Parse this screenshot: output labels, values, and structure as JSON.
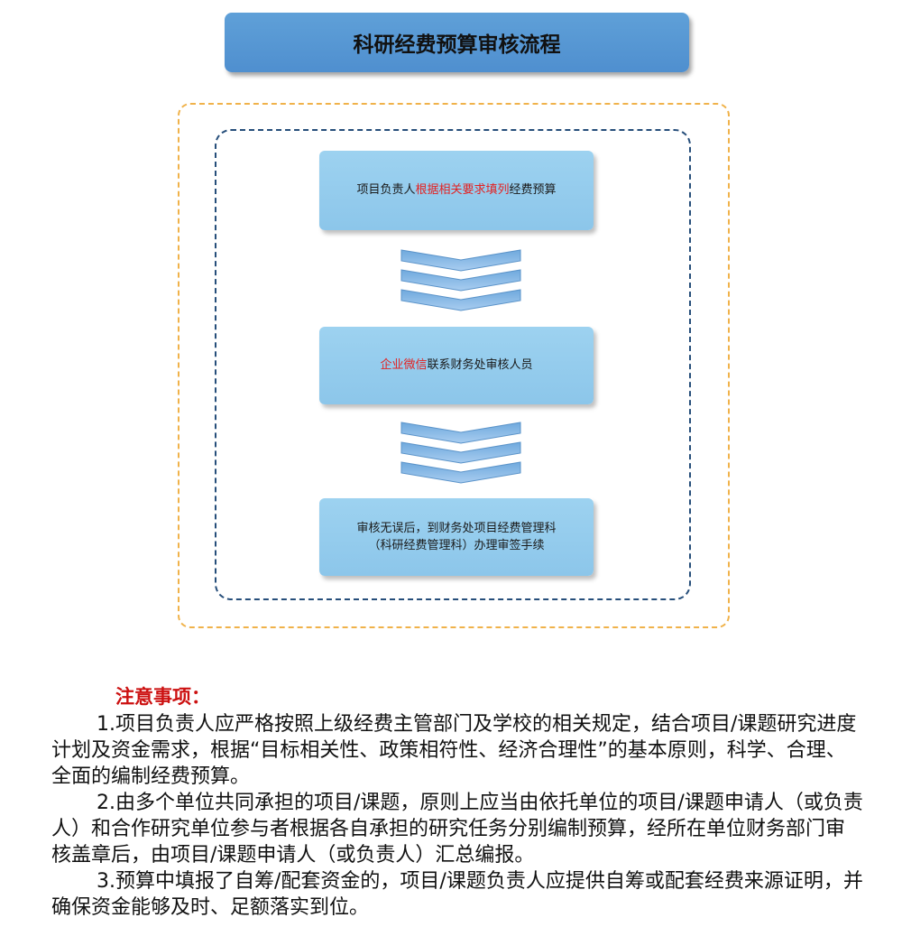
{
  "title": "科研经费预算审核流程",
  "steps": [
    {
      "pre": "项目负责人",
      "highlight": "根据相关要求填列",
      "post": "经费预算"
    },
    {
      "highlight": "企业微信",
      "post": "联系财务处审核人员"
    },
    {
      "line1": "审核无误后，到财务处项目经费管理科",
      "line2": "（科研经费管理科）办理审签手续"
    }
  ],
  "colors": {
    "title_bg": "#5b9bd5",
    "step_bg": "#9dd2f0",
    "highlight": "#e32222",
    "outer_border": "#f0b24a",
    "inner_border": "#264e7a",
    "notes_title": "#cc1111"
  },
  "notes": {
    "title": "注意事项：",
    "items": [
      "1.项目负责人应严格按照上级经费主管部门及学校的相关规定，结合项目/课题研究进度计划及资金需求，根据“目标相关性、政策相符性、经济合理性”的基本原则，科学、合理、全面的编制经费预算。",
      "2.由多个单位共同承担的项目/课题，原则上应当由依托单位的项目/课题申请人（或负责人）和合作研究单位参与者根据各自承担的研究任务分别编制预算，经所在单位财务部门审核盖章后，由项目/课题申请人（或负责人）汇总编报。",
      "3.预算中填报了自筹/配套资金的，项目/课题负责人应提供自筹或配套经费来源证明，并确保资金能够及时、足额落实到位。"
    ]
  }
}
